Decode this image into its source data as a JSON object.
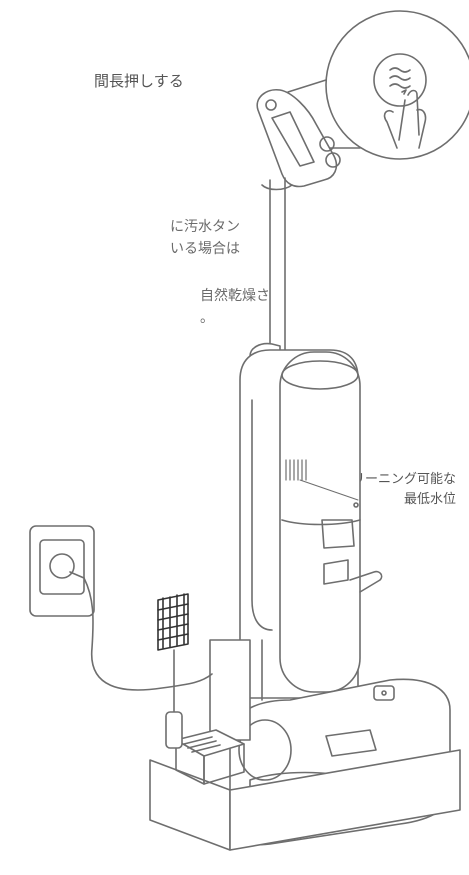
{
  "texts": {
    "step_fragment": "間長押しする",
    "note_line1": "に汚水タン",
    "note_line2": "いる場合は",
    "dry_line1": "自然乾燥さ",
    "dry_line2": "。",
    "callout_line1": "セルフクリーニング可能な",
    "callout_line2": "最低水位"
  },
  "colors": {
    "line": "#6e6e6e",
    "text": "#6b6b6b"
  },
  "icons": {
    "button_symbol": "self-clean-wave-icon",
    "hand": "finger-press-icon"
  }
}
